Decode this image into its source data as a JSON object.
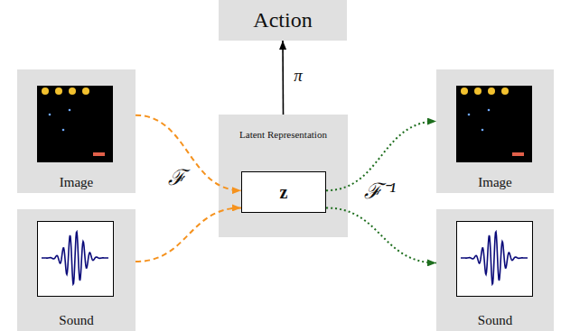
{
  "diagram": {
    "nodes": [
      {
        "text": [
          "Action"
        ]
      },
      {
        "text": [
          "Image"
        ]
      },
      {
        "text": [
          "Latent Representation"
        ]
      },
      {
        "text": [
          "z"
        ],
        "in": 2
      },
      {
        "text": [
          "Image"
        ]
      },
      {
        "text": [
          "Sound"
        ]
      },
      {
        "text": [
          "Sound"
        ]
      }
    ],
    "edges": [
      {
        "from": 1,
        "to": 3,
        "arrow": "to"
      },
      {
        "from": 5,
        "to": 3,
        "arrow": "to"
      },
      {
        "from": 3,
        "to": 4,
        "arrow": "to"
      },
      {
        "from": 3,
        "to": 6,
        "arrow": "to"
      },
      {
        "from": 2,
        "to": 0,
        "label": "π",
        "arrow": "to"
      }
    ],
    "labels": [
      "ℱ",
      "ℱ⁻¹"
    ]
  }
}
